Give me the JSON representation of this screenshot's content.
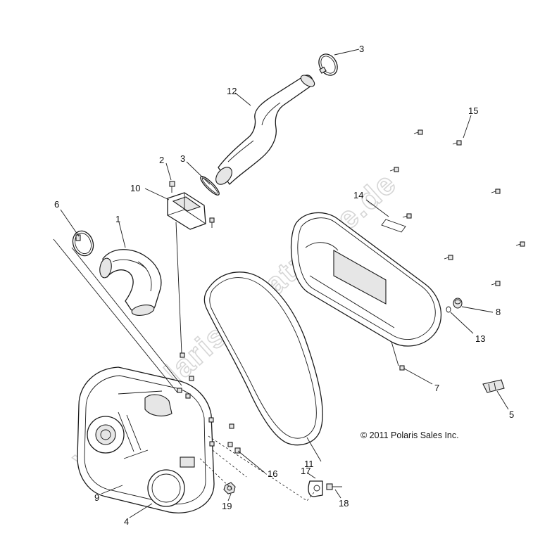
{
  "watermark": "www.polaris-ersatzteile.de",
  "copyright": "© 2011 Polaris Sales Inc.",
  "callouts": {
    "c1": "1",
    "c2": "2",
    "c3a": "3",
    "c3b": "3",
    "c4": "4",
    "c5": "5",
    "c6": "6",
    "c7": "7",
    "c8": "8",
    "c9": "9",
    "c10": "10",
    "c11": "11",
    "c12": "12",
    "c13": "13",
    "c14": "14",
    "c15": "15",
    "c16": "16",
    "c17": "17",
    "c18": "18",
    "c19": "19"
  }
}
